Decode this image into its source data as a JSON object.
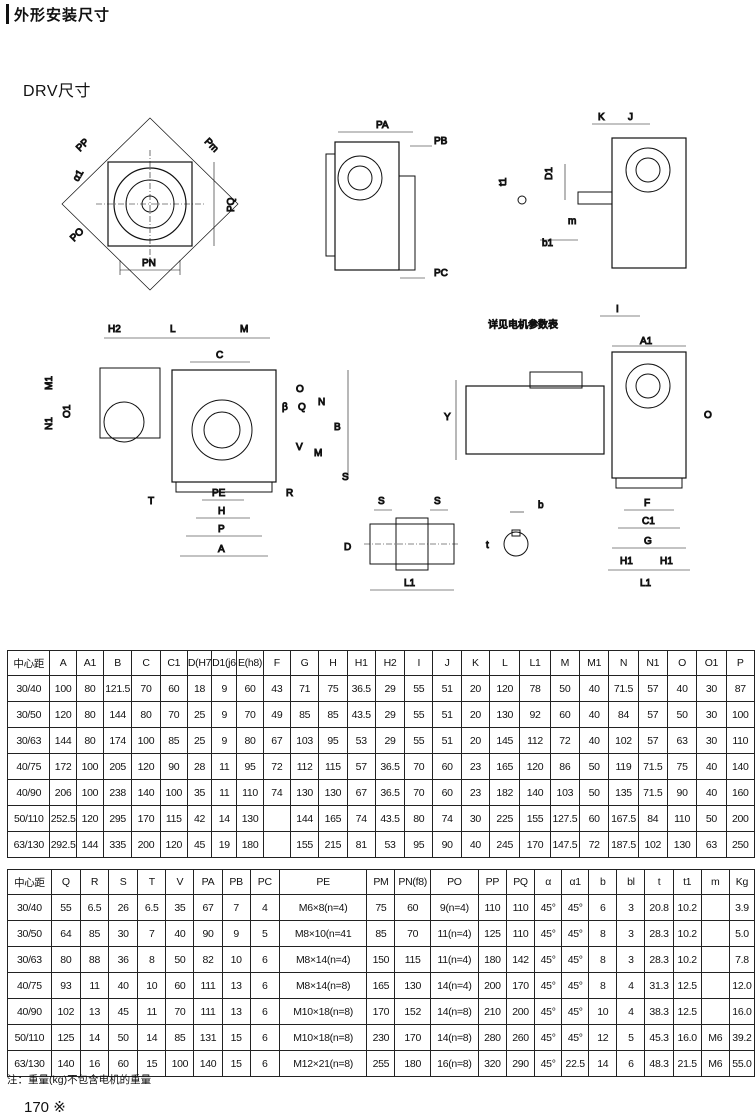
{
  "header": {
    "title": "外形安装尺寸"
  },
  "subtitle": "DRV尺寸",
  "drawing_labels": {
    "d1": [
      "PP",
      "Pm",
      "α1",
      "PQ",
      "PO",
      "PN"
    ],
    "d2": [
      "PA",
      "PB",
      "PC"
    ],
    "d3": [
      "K",
      "J",
      "D1",
      "t1",
      "m",
      "b1"
    ],
    "d4": [
      "H2",
      "L",
      "M",
      "C",
      "M1",
      "O1",
      "N1",
      "β",
      "Q",
      "O",
      "N",
      "B",
      "V",
      "M",
      "PE",
      "R",
      "T",
      "H",
      "P",
      "A",
      "S"
    ],
    "d5": [
      "详见电机参数表",
      "I",
      "A1",
      "Y",
      "O",
      "F",
      "C1",
      "G",
      "H1",
      "H1",
      "L1"
    ],
    "d6": [
      "S",
      "S",
      "D",
      "L1"
    ],
    "d7": [
      "b",
      "t"
    ]
  },
  "table1": {
    "header": [
      "中心距",
      "A",
      "A1",
      "B",
      "C",
      "C1",
      "D(H7)",
      "D1(j6)",
      "E(h8)",
      "F",
      "G",
      "H",
      "H1",
      "H2",
      "I",
      "J",
      "K",
      "L",
      "L1",
      "M",
      "M1",
      "N",
      "N1",
      "O",
      "O1",
      "P"
    ],
    "rows": [
      [
        "30/40",
        "100",
        "80",
        "121.5",
        "70",
        "60",
        "18",
        "9",
        "60",
        "43",
        "71",
        "75",
        "36.5",
        "29",
        "55",
        "51",
        "20",
        "120",
        "78",
        "50",
        "40",
        "71.5",
        "57",
        "40",
        "30",
        "87"
      ],
      [
        "30/50",
        "120",
        "80",
        "144",
        "80",
        "70",
        "25",
        "9",
        "70",
        "49",
        "85",
        "85",
        "43.5",
        "29",
        "55",
        "51",
        "20",
        "130",
        "92",
        "60",
        "40",
        "84",
        "57",
        "50",
        "30",
        "100"
      ],
      [
        "30/63",
        "144",
        "80",
        "174",
        "100",
        "85",
        "25",
        "9",
        "80",
        "67",
        "103",
        "95",
        "53",
        "29",
        "55",
        "51",
        "20",
        "145",
        "112",
        "72",
        "40",
        "102",
        "57",
        "63",
        "30",
        "110"
      ],
      [
        "40/75",
        "172",
        "100",
        "205",
        "120",
        "90",
        "28",
        "11",
        "95",
        "72",
        "112",
        "115",
        "57",
        "36.5",
        "70",
        "60",
        "23",
        "165",
        "120",
        "86",
        "50",
        "119",
        "71.5",
        "75",
        "40",
        "140"
      ],
      [
        "40/90",
        "206",
        "100",
        "238",
        "140",
        "100",
        "35",
        "11",
        "110",
        "74",
        "130",
        "130",
        "67",
        "36.5",
        "70",
        "60",
        "23",
        "182",
        "140",
        "103",
        "50",
        "135",
        "71.5",
        "90",
        "40",
        "160"
      ],
      [
        "50/110",
        "252.5",
        "120",
        "295",
        "170",
        "115",
        "42",
        "14",
        "130",
        "",
        "144",
        "165",
        "74",
        "43.5",
        "80",
        "74",
        "30",
        "225",
        "155",
        "127.5",
        "60",
        "167.5",
        "84",
        "110",
        "50",
        "200"
      ],
      [
        "63/130",
        "292.5",
        "144",
        "335",
        "200",
        "120",
        "45",
        "19",
        "180",
        "",
        "155",
        "215",
        "81",
        "53",
        "95",
        "90",
        "40",
        "245",
        "170",
        "147.5",
        "72",
        "187.5",
        "102",
        "130",
        "63",
        "250"
      ]
    ]
  },
  "table2": {
    "header": [
      "中心距",
      "Q",
      "R",
      "S",
      "T",
      "V",
      "PA",
      "PB",
      "PC",
      "PE",
      "PM",
      "PN(f8)",
      "PO",
      "PP",
      "PQ",
      "α",
      "α1",
      "b",
      "bl",
      "t",
      "t1",
      "m",
      "Kg"
    ],
    "rows": [
      [
        "30/40",
        "55",
        "6.5",
        "26",
        "6.5",
        "35",
        "67",
        "7",
        "4",
        "M6×8(n=4)",
        "75",
        "60",
        "9(n=4)",
        "110",
        "110",
        "45°",
        "45°",
        "6",
        "3",
        "20.8",
        "10.2",
        "",
        "3.9"
      ],
      [
        "30/50",
        "64",
        "85",
        "30",
        "7",
        "40",
        "90",
        "9",
        "5",
        "M8×10(n=41",
        "85",
        "70",
        "11(n=4)",
        "125",
        "110",
        "45°",
        "45°",
        "8",
        "3",
        "28.3",
        "10.2",
        "",
        "5.0"
      ],
      [
        "30/63",
        "80",
        "88",
        "36",
        "8",
        "50",
        "82",
        "10",
        "6",
        "M8×14(n=4)",
        "150",
        "115",
        "11(n=4)",
        "180",
        "142",
        "45°",
        "45°",
        "8",
        "3",
        "28.3",
        "10.2",
        "",
        "7.8"
      ],
      [
        "40/75",
        "93",
        "11",
        "40",
        "10",
        "60",
        "111",
        "13",
        "6",
        "M8×14(n=8)",
        "165",
        "130",
        "14(n=4)",
        "200",
        "170",
        "45°",
        "45°",
        "8",
        "4",
        "31.3",
        "12.5",
        "",
        "12.0"
      ],
      [
        "40/90",
        "102",
        "13",
        "45",
        "11",
        "70",
        "111",
        "13",
        "6",
        "M10×18(n=8)",
        "170",
        "152",
        "14(n=8)",
        "210",
        "200",
        "45°",
        "45°",
        "10",
        "4",
        "38.3",
        "12.5",
        "",
        "16.0"
      ],
      [
        "50/110",
        "125",
        "14",
        "50",
        "14",
        "85",
        "131",
        "15",
        "6",
        "M10×18(n=8)",
        "230",
        "170",
        "14(n=8)",
        "280",
        "260",
        "45°",
        "45°",
        "12",
        "5",
        "45.3",
        "16.0",
        "M6",
        "39.2"
      ],
      [
        "63/130",
        "140",
        "16",
        "60",
        "15",
        "100",
        "140",
        "15",
        "6",
        "M12×21(n=8)",
        "255",
        "180",
        "16(n=8)",
        "320",
        "290",
        "45°",
        "22.5",
        "14",
        "6",
        "48.3",
        "21.5",
        "M6",
        "55.0"
      ]
    ]
  },
  "note": "注：重量(kg)不包含电机的重量",
  "page_number": "170 ※"
}
